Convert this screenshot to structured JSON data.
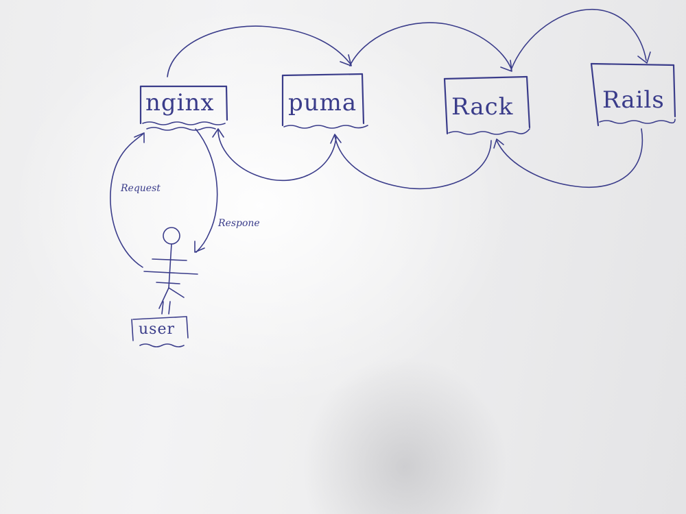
{
  "nodes": {
    "nginx": "nginx",
    "puma": "puma",
    "rack": "Rack",
    "rails": "Rails",
    "user": "user"
  },
  "edges": {
    "request": "Request",
    "response": "Respone"
  },
  "colors": {
    "ink": "#3a3c8a",
    "paper": "#efeff0"
  }
}
